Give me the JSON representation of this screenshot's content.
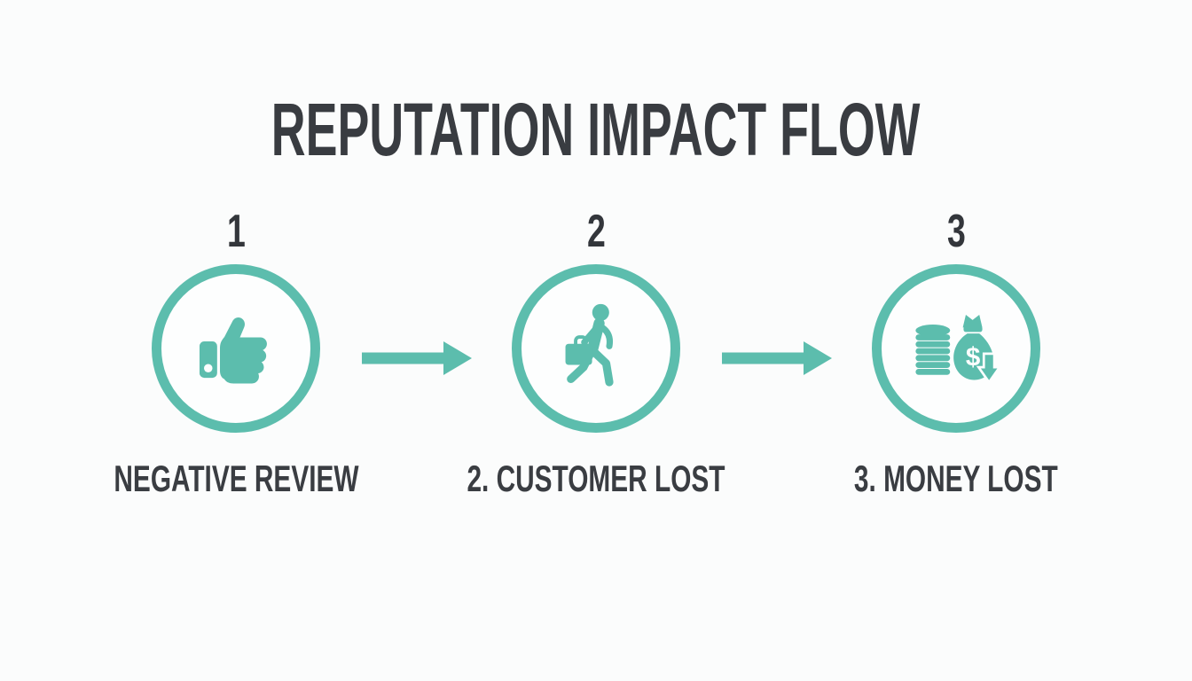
{
  "title": "REPUTATION IMPACT FLOW",
  "colors": {
    "accent_teal": "#5cbdad",
    "text_charcoal": "#3a3d42",
    "background": "#fbfcfc"
  },
  "steps": [
    {
      "number": "1",
      "label": "NEGATIVE REVIEW",
      "icon": "thumbs-up-icon"
    },
    {
      "number": "2",
      "label": "2. CUSTOMER LOST",
      "icon": "walking-customer-icon"
    },
    {
      "number": "3",
      "label": "3. MONEY LOST",
      "icon": "money-loss-icon",
      "dollar_symbol": "$"
    }
  ],
  "connectors": [
    {
      "type": "right-arrow"
    },
    {
      "type": "right-arrow"
    }
  ]
}
